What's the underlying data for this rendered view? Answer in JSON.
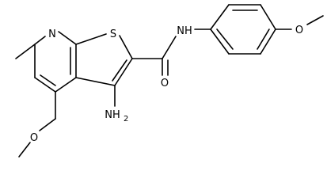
{
  "molecule": {
    "atoms": {
      "pyridine_n": "N",
      "thiophene_s": "S",
      "amide_nh": "NH",
      "amide_o": "O",
      "ether_o_right": "O",
      "amine_nh2_main": "NH",
      "amine_nh2_sub": "2",
      "ether_o_bottom": "O"
    }
  }
}
